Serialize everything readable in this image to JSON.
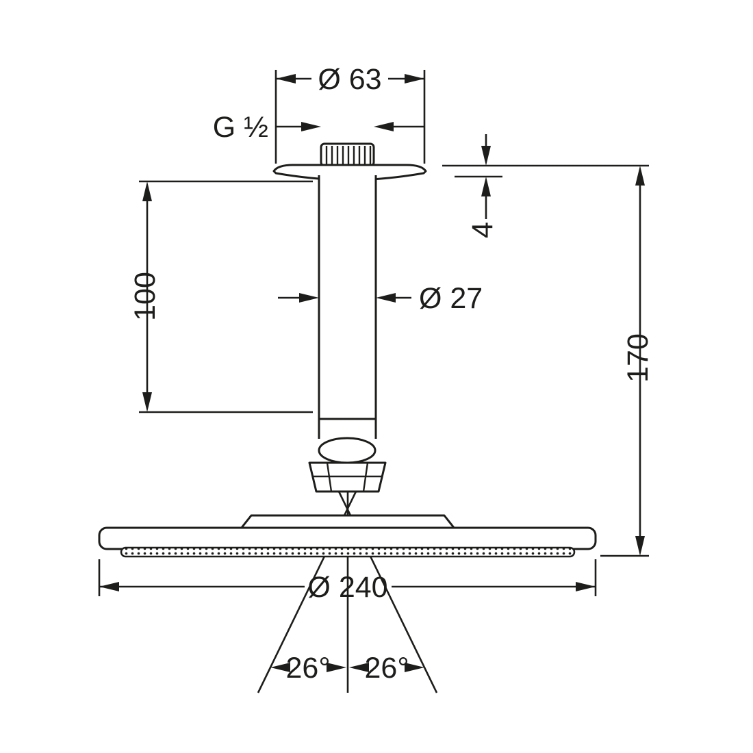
{
  "colors": {
    "line": "#1d1d1b",
    "background": "#ffffff"
  },
  "labels": {
    "escutcheon_diameter": "Ø 63",
    "thread_size": "G ½",
    "flange_thickness": "4",
    "arm_length": "100",
    "pipe_diameter": "Ø 27",
    "overall_height": "170",
    "head_diameter": "Ø 240",
    "spray_angle_left": "26°",
    "spray_angle_right": "26°"
  }
}
